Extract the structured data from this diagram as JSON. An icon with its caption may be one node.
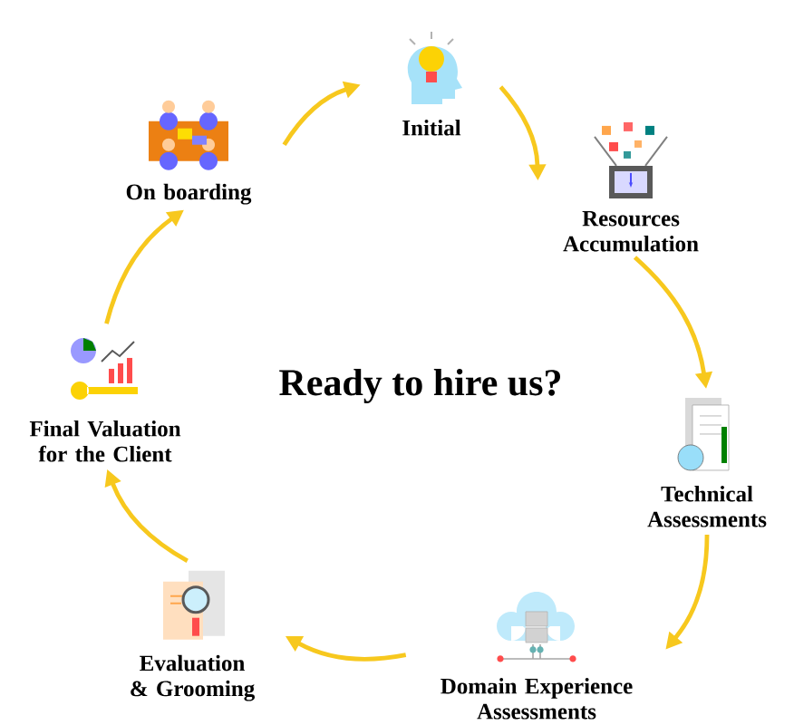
{
  "diagram": {
    "title": "Ready to hire us?",
    "nodes": [
      {
        "text": [
          "Initial"
        ]
      },
      {
        "text": [
          "Resources Accumulation"
        ]
      },
      {
        "text": [
          "Technical Assessments"
        ]
      },
      {
        "text": [
          "Domain Experience Assessments"
        ]
      },
      {
        "text": [
          "Evaluation & Grooming"
        ]
      },
      {
        "text": [
          "Final Valuation for the Client"
        ]
      },
      {
        "text": [
          "On boarding"
        ]
      }
    ],
    "edges": [
      {
        "from": 0,
        "to": 1,
        "arrow": "to"
      },
      {
        "from": 1,
        "to": 2,
        "arrow": "to"
      },
      {
        "from": 2,
        "to": 3,
        "arrow": "to"
      },
      {
        "from": 3,
        "to": 4,
        "arrow": "to"
      },
      {
        "from": 4,
        "to": 5,
        "arrow": "to"
      },
      {
        "from": 5,
        "to": 6,
        "arrow": "to"
      },
      {
        "from": 6,
        "to": 0,
        "arrow": "to"
      }
    ]
  }
}
